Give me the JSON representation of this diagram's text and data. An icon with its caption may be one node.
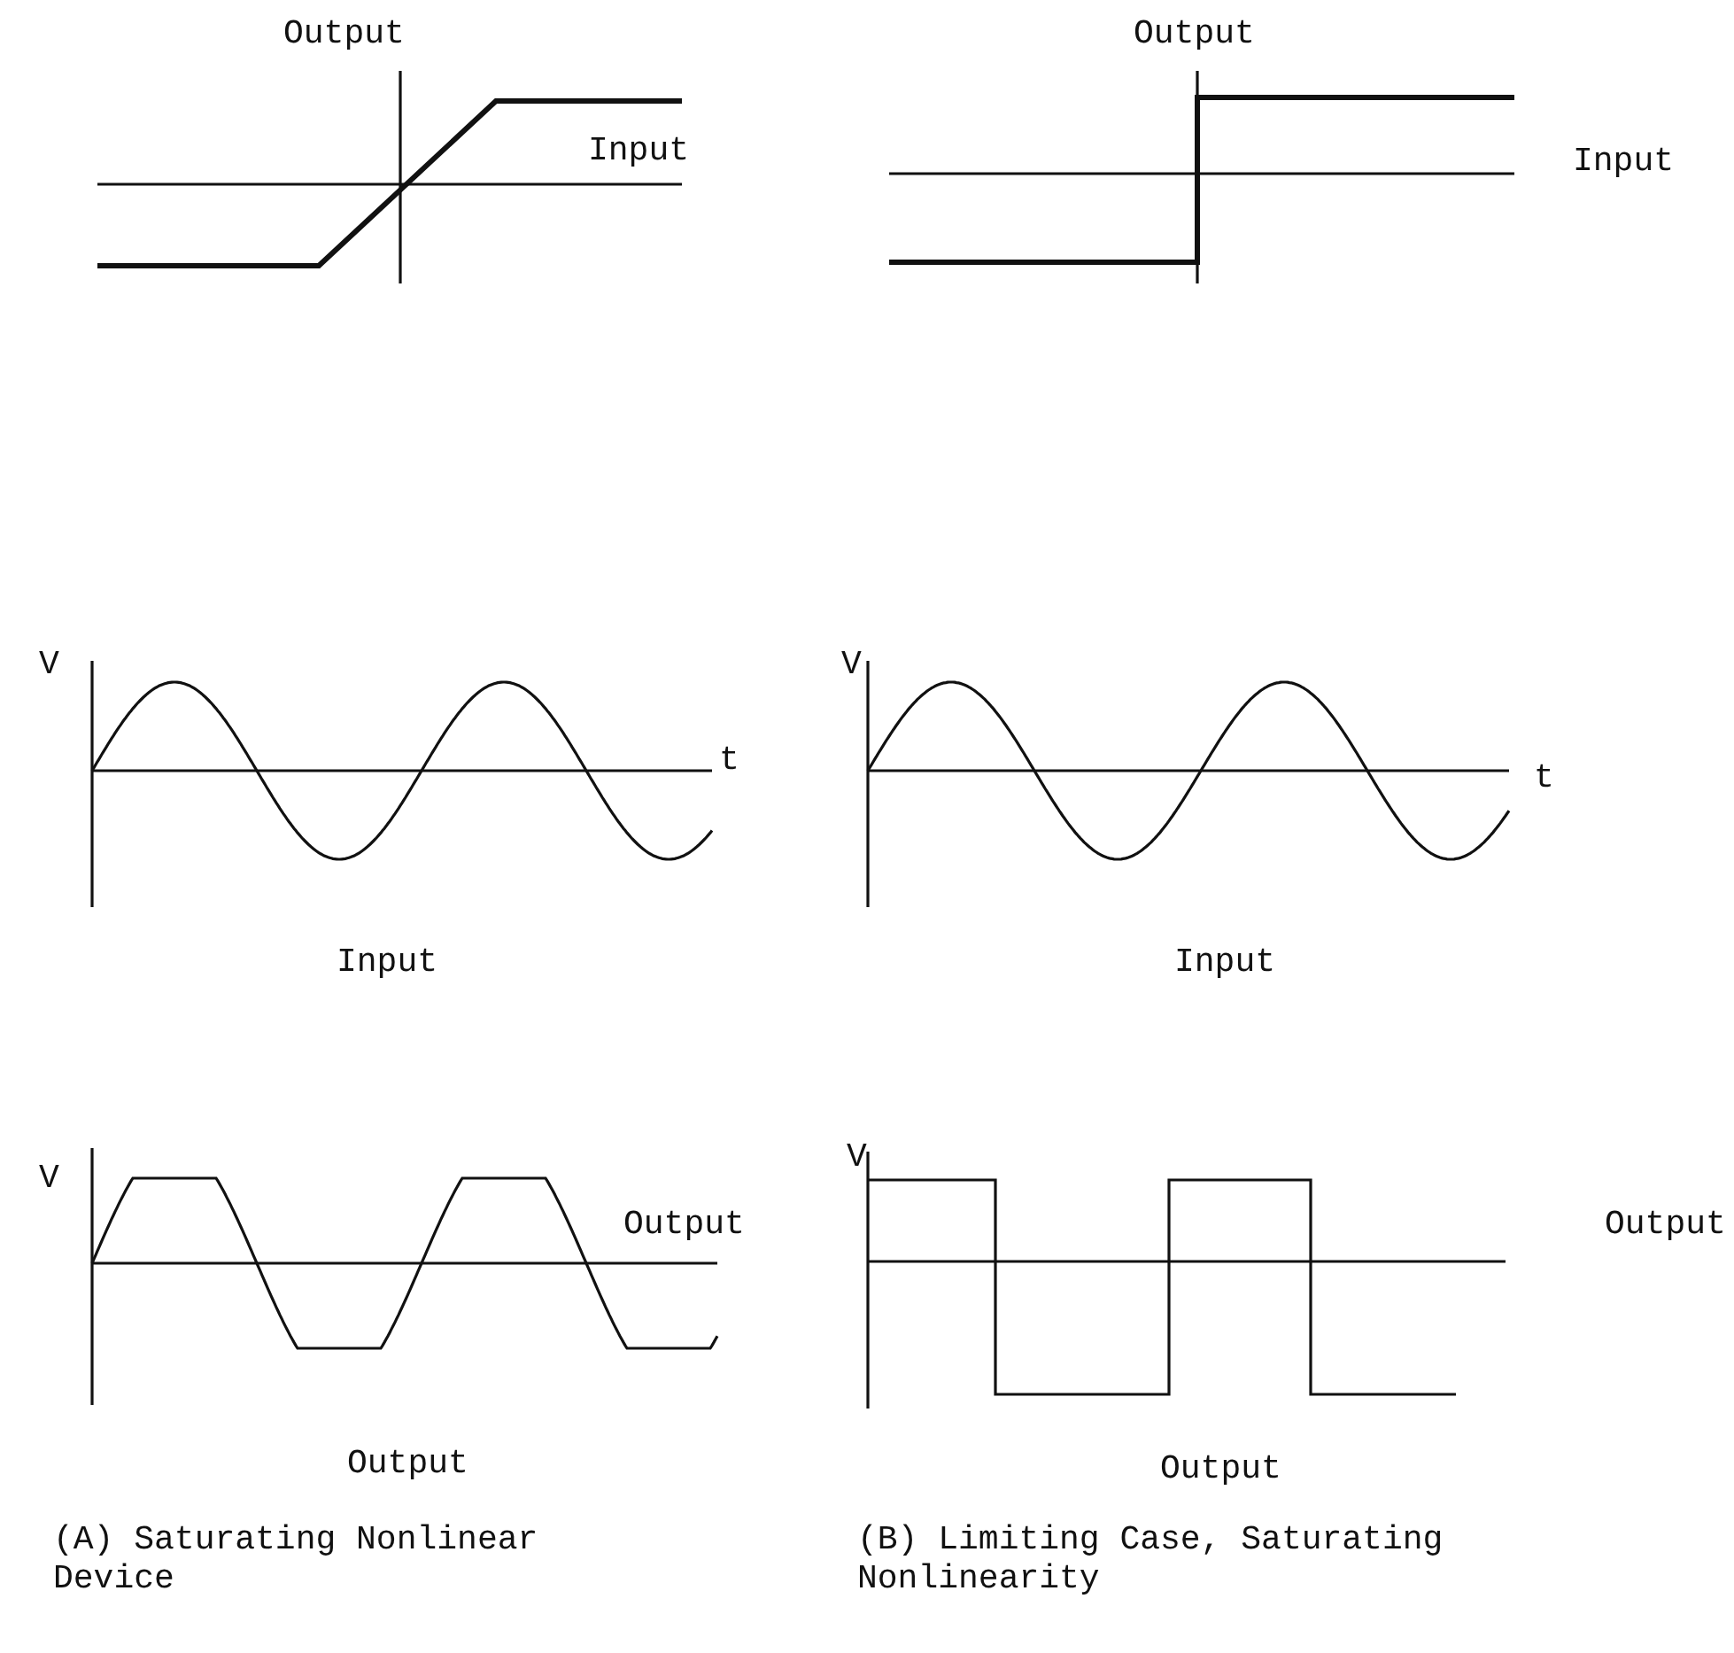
{
  "diagram": {
    "labels": [
      "Output",
      "Output",
      "Input",
      "Input",
      "V",
      "V",
      "t",
      "t",
      "Input",
      "Input",
      "V",
      "V",
      "Output",
      "Output",
      "Output",
      "Output",
      "(A) Saturating Nonlinear Device",
      "(B) Limiting Case, Saturating Nonlinearity"
    ]
  }
}
